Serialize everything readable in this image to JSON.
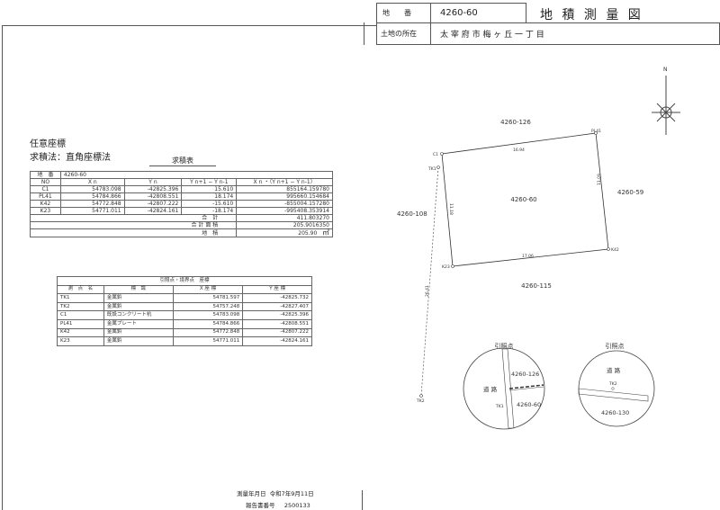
{
  "header": {
    "lot_label": "地　　番",
    "lot_value": "4260-60",
    "title": "地 積 測 量 図",
    "location_label": "土地の所在",
    "location_value": "太 宰 府 市 梅 ヶ 丘 一 丁 目"
  },
  "left": {
    "coord_system": "任意座標",
    "method": "求積法：直角座標法",
    "table_title": "求積表"
  },
  "area_table": {
    "lot_label": "地　番",
    "lot_value": "4260-60",
    "columns": [
      "NO",
      "X n",
      "Y n",
      "Y n+1 − Y n-1",
      "X n ・（Y n+1 − Y n-1）"
    ],
    "rows": [
      [
        "C1",
        "54783.098",
        "-42825.396",
        "15.610",
        "855164.159780"
      ],
      [
        "PL41",
        "54784.866",
        "-42808.551",
        "18.174",
        "995660.154684"
      ],
      [
        "K42",
        "54772.848",
        "-42807.222",
        "-15.610",
        "-855004.157280"
      ],
      [
        "K23",
        "54771.011",
        "-42824.161",
        "-18.174",
        "-995408.353914"
      ]
    ],
    "sum_label": "合　計",
    "sum_value": "411.803270",
    "total_area_label": "合 計 面 積",
    "total_area_value": "205.9016350",
    "area_label": "地　積",
    "area_value": "205.90",
    "area_unit": "㎡"
  },
  "coord_table": {
    "title": "引照点・境界点　座標",
    "columns": [
      "測　点　名",
      "標　識",
      "X 座 標",
      "Y 座 標"
    ],
    "rows": [
      [
        "TK1",
        "金属鋲",
        "54781.597",
        "-42825.732"
      ],
      [
        "TK2",
        "金属鋲",
        "54757.248",
        "-42827.407"
      ],
      [
        "C1",
        "既設コンクリート杭",
        "54783.098",
        "-42825.396"
      ],
      [
        "PL41",
        "金属プレート",
        "54784.866",
        "-42808.551"
      ],
      [
        "K42",
        "金属鋲",
        "54772.848",
        "-42807.222"
      ],
      [
        "K23",
        "金属鋲",
        "54771.011",
        "-42824.161"
      ]
    ]
  },
  "map": {
    "north": "N",
    "parcel": "4260-60",
    "neighbors": {
      "north": "4260-126",
      "east": "4260-59",
      "west": "4260-108",
      "south": "4260-115"
    },
    "points": {
      "c1": "C1",
      "pl41": "PL41",
      "k42": "K42",
      "k23": "K23",
      "tk1": "TK1",
      "tk2": "TK2"
    },
    "distances": {
      "top": "16.94",
      "left": "11.18",
      "right": "11.09",
      "bottom": "17.06",
      "tk_line": "26.41"
    },
    "ref1": {
      "title": "引照点",
      "road": "道 路",
      "lot_a": "4260-126",
      "lot_b": "4260-60",
      "point": "TK1"
    },
    "ref2": {
      "title": "引照点",
      "road": "道 路",
      "lot_a": "4260-130",
      "point": "TK2"
    }
  },
  "footer": {
    "survey_date_label": "測量年月日",
    "survey_date": "令和7年9月11日",
    "report_no_label": "報告書番号",
    "report_no": "2500133"
  }
}
